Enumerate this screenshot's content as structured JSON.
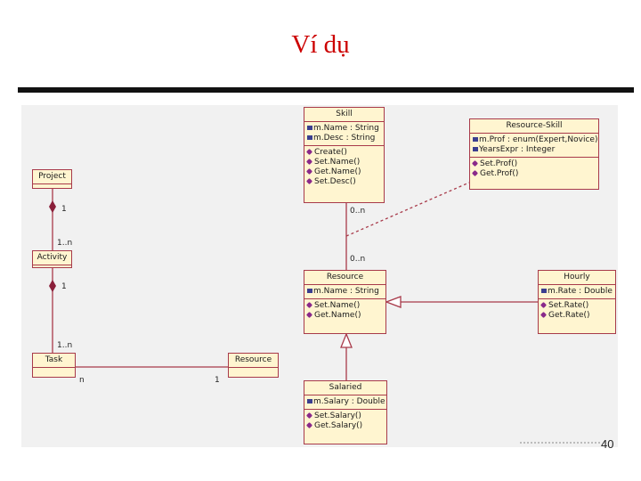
{
  "title": "Ví dụ",
  "page_number": "40",
  "classes": {
    "project": {
      "name": "Project"
    },
    "activity": {
      "name": "Activity"
    },
    "task": {
      "name": "Task"
    },
    "resource_left": {
      "name": "Resource"
    },
    "skill": {
      "name": "Skill",
      "attributes": [
        "m.Name : String",
        "m.Desc : String"
      ],
      "operations": [
        "Create()",
        "Set.Name()",
        "Get.Name()",
        "Set.Desc()"
      ]
    },
    "resource_skill": {
      "name": "Resource-Skill",
      "attributes": [
        "m.Prof : enum(Expert,Novice)",
        "YearsExpr : Integer"
      ],
      "operations": [
        "Set.Prof()",
        "Get.Prof()"
      ]
    },
    "resource": {
      "name": "Resource",
      "attributes": [
        "m.Name : String"
      ],
      "operations": [
        "Set.Name()",
        "Get.Name()"
      ]
    },
    "hourly": {
      "name": "Hourly",
      "attributes": [
        "m.Rate : Double"
      ],
      "operations": [
        "Set.Rate()",
        "Get.Rate()"
      ]
    },
    "salaried": {
      "name": "Salaried",
      "attributes": [
        "m.Salary : Double"
      ],
      "operations": [
        "Set.Salary()",
        "Get.Salary()"
      ]
    }
  },
  "multiplicities": {
    "project_activity_top": "1",
    "project_activity_bottom": "1..n",
    "activity_task_top": "1",
    "activity_task_bottom": "1..n",
    "task_resource_left": "n",
    "task_resource_right": "1",
    "skill_resource_top": "0..n",
    "skill_resource_bottom": "0..n"
  },
  "colors": {
    "title": "#cc0000",
    "box_fill": "#fff5d0",
    "box_border": "#a83a4a",
    "panel": "#f1f1f1"
  }
}
